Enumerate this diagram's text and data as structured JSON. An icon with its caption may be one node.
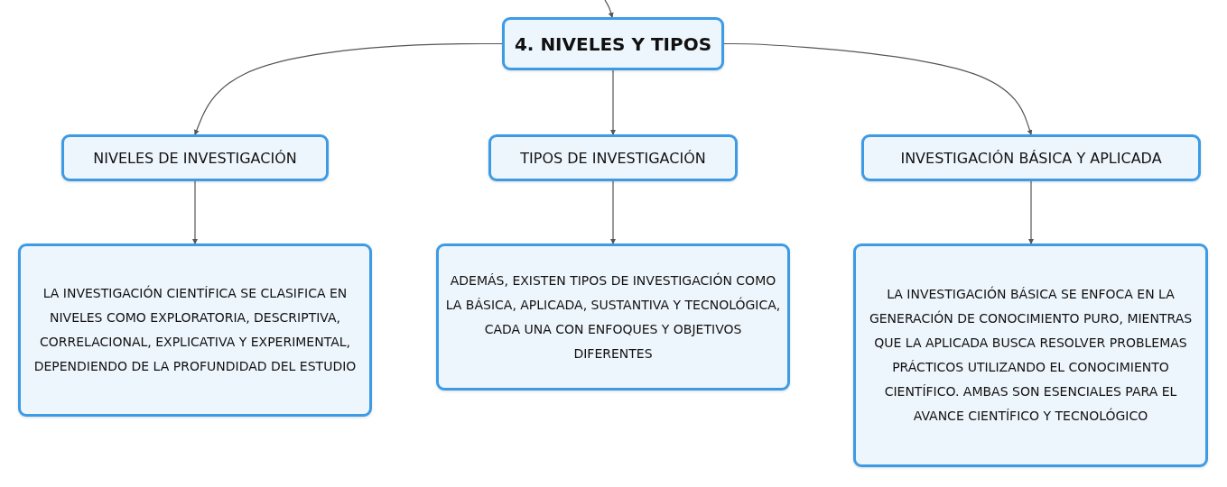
{
  "diagram": {
    "nodes": [
      {
        "text": [
          "4. NIVELES Y TIPOS"
        ]
      },
      {
        "text": [
          "NIVELES DE INVESTIGACIÓN"
        ]
      },
      {
        "text": [
          "TIPOS DE INVESTIGACIÓN"
        ]
      },
      {
        "text": [
          "INVESTIGACIÓN BÁSICA Y APLICADA"
        ]
      },
      {
        "text": [
          "LA INVESTIGACIÓN CIENTÍFICA SE CLASIFICA EN NIVELES COMO EXPLORATORIA, DESCRIPTIVA, CORRELACIONAL, EXPLICATIVA Y EXPERIMENTAL, DEPENDIENDO DE LA PROFUNDIDAD DEL ESTUDIO"
        ]
      },
      {
        "text": [
          "ADEMÁS, EXISTEN TIPOS DE INVESTIGACIÓN COMO LA BÁSICA, APLICADA, SUSTANTIVA Y TECNOLÓGICA, CADA UNA CON ENFOQUES Y OBJETIVOS DIFERENTES"
        ]
      },
      {
        "text": [
          "LA INVESTIGACIÓN BÁSICA SE ENFOCA EN LA GENERACIÓN DE CONOCIMIENTO PURO, MIENTRAS QUE LA APLICADA BUSCA RESOLVER PROBLEMAS PRÁCTICOS UTILIZANDO EL CONOCIMIENTO CIENTÍFICO. AMBAS SON ESENCIALES PARA EL AVANCE CIENTÍFICO Y TECNOLÓGICO"
        ]
      }
    ],
    "edges": [
      {
        "from": null,
        "to": 0,
        "arrow": "to"
      },
      {
        "from": 0,
        "to": 1,
        "arrow": "to"
      },
      {
        "from": 0,
        "to": 2,
        "arrow": "to"
      },
      {
        "from": 0,
        "to": 3,
        "arrow": "to"
      },
      {
        "from": 1,
        "to": 4,
        "arrow": "to"
      },
      {
        "from": 2,
        "to": 5,
        "arrow": "to"
      },
      {
        "from": 3,
        "to": 6,
        "arrow": "to"
      }
    ]
  }
}
